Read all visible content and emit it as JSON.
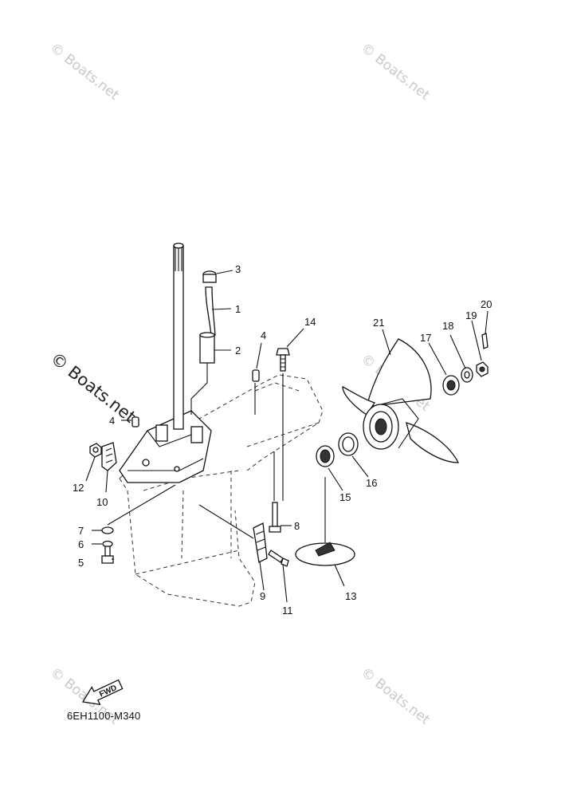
{
  "diagram": {
    "code": "6EH1100-M340",
    "fwd_label": "FWD",
    "watermarks": [
      "© Boats.net",
      "© Boats.net",
      "© Boats.net",
      "© Boats.net",
      "© Boats.net",
      "© Boats.net"
    ],
    "callouts": [
      {
        "id": "c1",
        "text": "1"
      },
      {
        "id": "c2",
        "text": "2"
      },
      {
        "id": "c3",
        "text": "3"
      },
      {
        "id": "c4a",
        "text": "4"
      },
      {
        "id": "c4b",
        "text": "4"
      },
      {
        "id": "c5",
        "text": "5"
      },
      {
        "id": "c6",
        "text": "6"
      },
      {
        "id": "c7",
        "text": "7"
      },
      {
        "id": "c8",
        "text": "8"
      },
      {
        "id": "c9",
        "text": "9"
      },
      {
        "id": "c10",
        "text": "10"
      },
      {
        "id": "c11",
        "text": "11"
      },
      {
        "id": "c12",
        "text": "12"
      },
      {
        "id": "c13",
        "text": "13"
      },
      {
        "id": "c14",
        "text": "14"
      },
      {
        "id": "c15",
        "text": "15"
      },
      {
        "id": "c16",
        "text": "16"
      },
      {
        "id": "c17",
        "text": "17"
      },
      {
        "id": "c18",
        "text": "18"
      },
      {
        "id": "c19",
        "text": "19"
      },
      {
        "id": "c20",
        "text": "20"
      },
      {
        "id": "c21",
        "text": "21"
      }
    ]
  }
}
